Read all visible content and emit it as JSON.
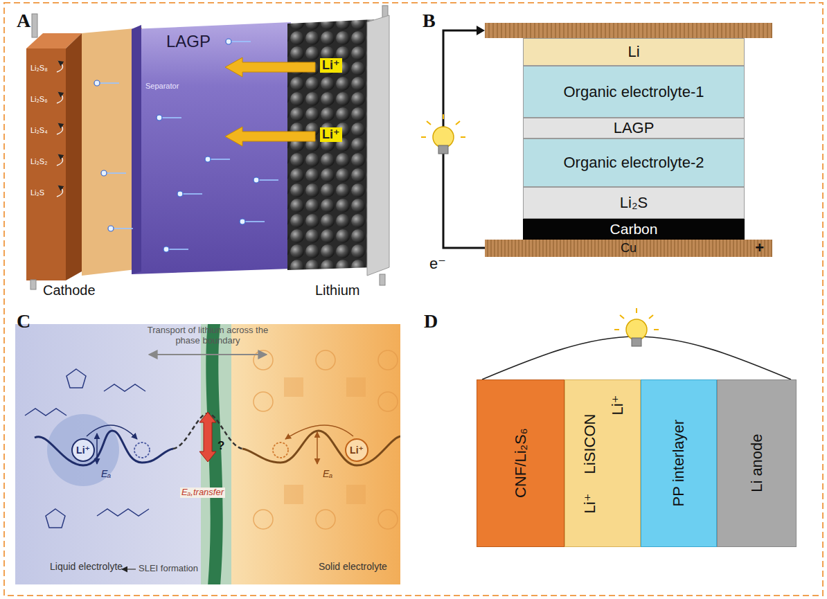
{
  "diagram": {
    "nodes": [
      {
        "text": [
          "Li"
        ]
      },
      {
        "text": [
          "Organic electrolyte-1"
        ]
      },
      {
        "text": [
          "LAGP"
        ]
      },
      {
        "text": [
          "Organic electrolyte-2"
        ]
      },
      {
        "text": [
          "Li₂S"
        ]
      },
      {
        "text": [
          "Carbon"
        ]
      },
      {
        "text": [
          "Cu",
          "+"
        ]
      },
      {
        "text": [
          "Liquid electrolyte"
        ]
      },
      {
        "text": [
          "Solid electrolyte"
        ]
      },
      {
        "text": [
          "CNF/Li₂S₆"
        ]
      },
      {
        "text": [
          "Li⁺",
          "LiSICON",
          "Li⁺"
        ]
      },
      {
        "text": [
          "PP interlayer"
        ]
      },
      {
        "text": [
          "Li anode"
        ]
      }
    ],
    "edges": [
      {
        "from": 9,
        "to": 12,
        "arrow": "none"
      }
    ],
    "labels": [
      "A",
      "B",
      "C",
      "D",
      "Li₂S₈",
      "Li₂S₆",
      "Li₂S₄",
      "Li₂S₂",
      "Li₂S",
      "LAGP",
      "Separator",
      "Li⁺",
      "Li⁺",
      "Cathode",
      "Lithium",
      "e⁻",
      "Transport of lithium across the phase boundary",
      "Li⁺",
      "Eₐ",
      "?",
      "Eₐ,transfer",
      "Eₐ",
      "Li⁺",
      "SLEI formation"
    ]
  }
}
